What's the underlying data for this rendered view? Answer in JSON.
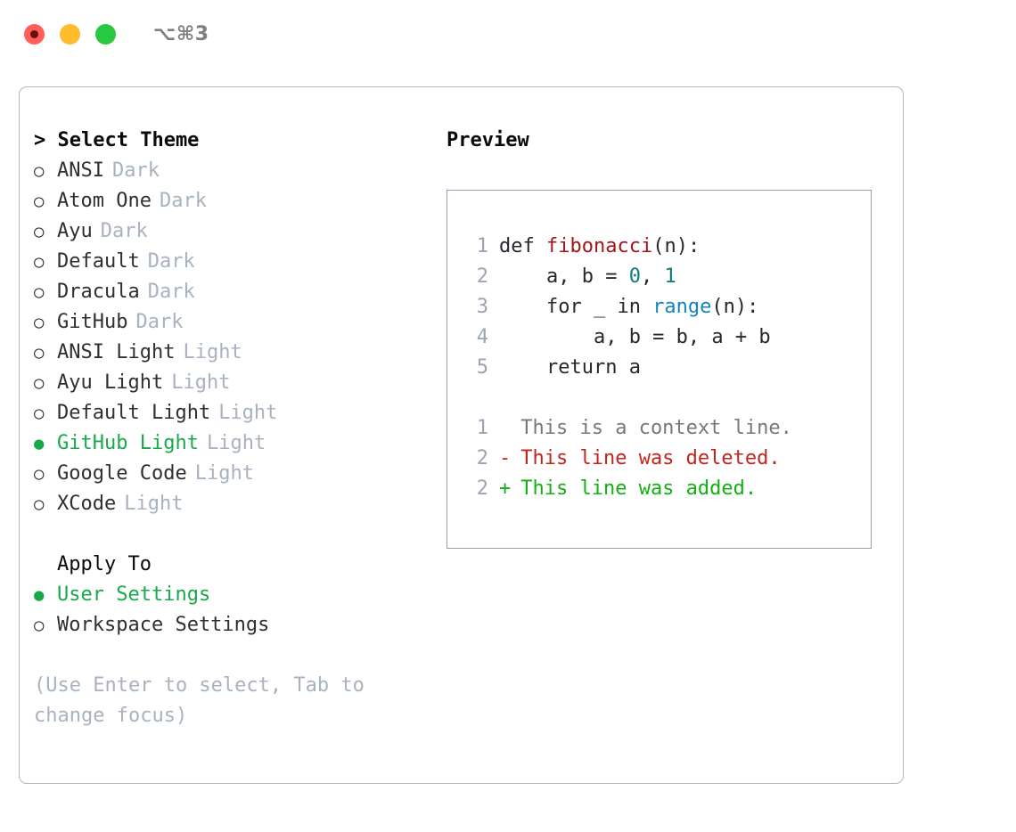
{
  "window": {
    "shortcut_label": "⌥⌘3",
    "traffic_lights": [
      {
        "name": "close",
        "color": "#ff5f57"
      },
      {
        "name": "minimize",
        "color": "#febc2e"
      },
      {
        "name": "maximize",
        "color": "#28c840"
      }
    ]
  },
  "theme_panel": {
    "heading": "> Select Theme",
    "selected_marker": "●",
    "unselected_marker": "○",
    "selected_color": "#18a94b",
    "items": [
      {
        "name": "ANSI",
        "kind": "Dark",
        "selected": false
      },
      {
        "name": "Atom One",
        "kind": "Dark",
        "selected": false
      },
      {
        "name": "Ayu",
        "kind": "Dark",
        "selected": false
      },
      {
        "name": "Default",
        "kind": "Dark",
        "selected": false
      },
      {
        "name": "Dracula",
        "kind": "Dark",
        "selected": false
      },
      {
        "name": "GitHub",
        "kind": "Dark",
        "selected": false
      },
      {
        "name": "ANSI Light",
        "kind": "Light",
        "selected": false
      },
      {
        "name": "Ayu Light",
        "kind": "Light",
        "selected": false
      },
      {
        "name": "Default Light",
        "kind": "Light",
        "selected": false
      },
      {
        "name": "GitHub Light",
        "kind": "Light",
        "selected": true
      },
      {
        "name": "Google Code",
        "kind": "Light",
        "selected": false
      },
      {
        "name": "XCode",
        "kind": "Light",
        "selected": false
      }
    ]
  },
  "apply_to": {
    "heading": "Apply To",
    "options": [
      {
        "label": "User Settings",
        "selected": true
      },
      {
        "label": "Workspace Settings",
        "selected": false
      }
    ]
  },
  "hint": "(Use Enter to select, Tab to change focus)",
  "preview": {
    "heading": "Preview",
    "code_lines": [
      {
        "ln": "1",
        "tokens": [
          {
            "text": "def ",
            "cls": "code-text"
          },
          {
            "text": "fibonacci",
            "cls": "tok-func"
          },
          {
            "text": "(n):",
            "cls": "code-text"
          }
        ]
      },
      {
        "ln": "2",
        "tokens": [
          {
            "text": "    a, b = ",
            "cls": "code-text"
          },
          {
            "text": "0",
            "cls": "tok-num"
          },
          {
            "text": ", ",
            "cls": "code-text"
          },
          {
            "text": "1",
            "cls": "tok-num"
          }
        ]
      },
      {
        "ln": "3",
        "tokens": [
          {
            "text": "    for _ in ",
            "cls": "code-text"
          },
          {
            "text": "range",
            "cls": "tok-builtin"
          },
          {
            "text": "(n):",
            "cls": "code-text"
          }
        ]
      },
      {
        "ln": "4",
        "tokens": [
          {
            "text": "        a, b = b, a + b",
            "cls": "code-text"
          }
        ]
      },
      {
        "ln": "5",
        "tokens": [
          {
            "text": "    return a",
            "cls": "code-text"
          }
        ]
      }
    ],
    "diff_lines": [
      {
        "ln": "1",
        "sign": " ",
        "text": " This is a context line.",
        "cls": "diff-ctx"
      },
      {
        "ln": "2",
        "sign": "-",
        "text": " This line was deleted.",
        "cls": "diff-del"
      },
      {
        "ln": "2",
        "sign": "+",
        "text": " This line was added.",
        "cls": "diff-add"
      }
    ]
  }
}
